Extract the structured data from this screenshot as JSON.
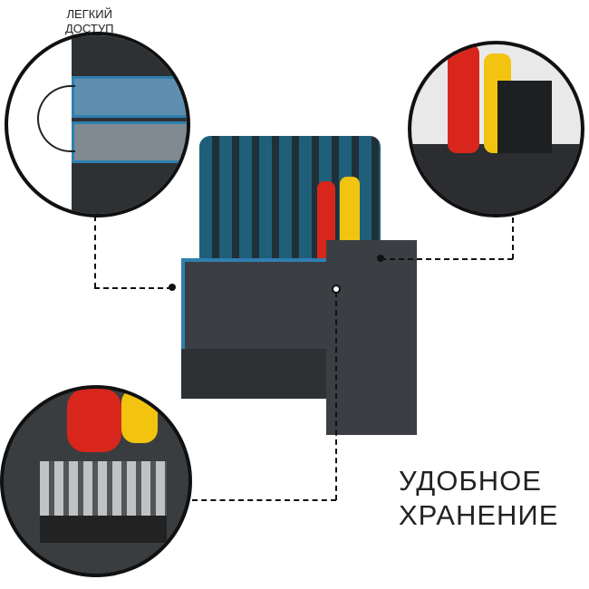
{
  "labels": {
    "easy_access": [
      "ЛЕГКИЙ",
      "ДОСТУП"
    ],
    "storage": [
      "УДОБНОЕ",
      "ХРАНЕНИЕ"
    ]
  },
  "colors": {
    "body": "#3b3e42",
    "accent_blue": "#2f7fb0",
    "red": "#d8261c",
    "yellow": "#f2c40f",
    "line": "#111111"
  }
}
